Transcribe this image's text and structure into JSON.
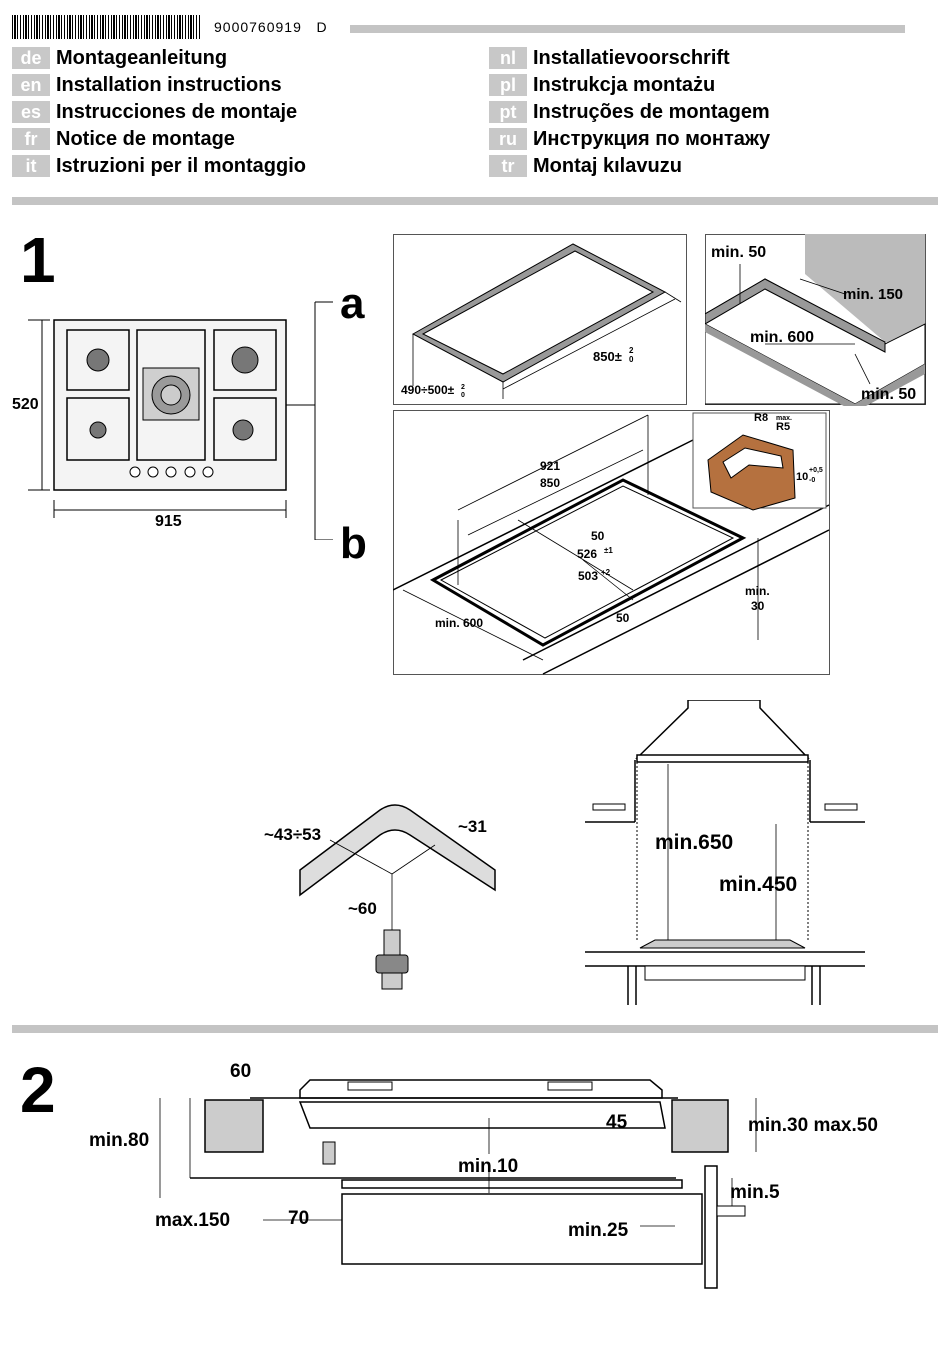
{
  "header": {
    "doc_number": "9000760919",
    "doc_rev": "D",
    "languages_left": [
      {
        "code": "de",
        "title": "Montageanleitung"
      },
      {
        "code": "en",
        "title": "Installation instructions"
      },
      {
        "code": "es",
        "title": "Instrucciones de montaje"
      },
      {
        "code": "fr",
        "title": "Notice de montage"
      },
      {
        "code": "it",
        "title": "Istruzioni per il montaggio"
      }
    ],
    "languages_right": [
      {
        "code": "nl",
        "title": "Installatievoorschrift"
      },
      {
        "code": "pl",
        "title": "Instrukcja montażu"
      },
      {
        "code": "pt",
        "title": "Instruções de montagem"
      },
      {
        "code": "ru",
        "title": "Инструкция по монтажу"
      },
      {
        "code": "tr",
        "title": "Montaj kılavuzu"
      }
    ]
  },
  "step1": {
    "number": "1",
    "label_a": "a",
    "label_b": "b",
    "hob": {
      "height": "520",
      "width": "915"
    },
    "a_left": {
      "depth": "490÷500±",
      "width": "850±",
      "tol_up": "2",
      "tol_down": "0"
    },
    "a_right": {
      "back": "min. 50",
      "side": "min. 150",
      "front_wall": "min. 600",
      "front": "min. 50"
    },
    "b": {
      "w_outer": "921",
      "w_inner": "850",
      "d1": "526",
      "d1_tol": "±1",
      "d2": "503",
      "d2_tol": "+2",
      "front": "50",
      "side": "50",
      "min_600": "min. 600",
      "min_30_a": "min.",
      "min_30_b": "30",
      "r8": "R8",
      "r5_max": "max.",
      "r5": "R5",
      "thick": "10",
      "thick_tol_up": "+0,5",
      "thick_tol_down": "-0"
    },
    "elbow": {
      "a": "~43÷53",
      "b": "~31",
      "c": "~60"
    },
    "hood": {
      "min650": "min.650",
      "min450": "min.450"
    }
  },
  "step2": {
    "number": "2",
    "d60": "60",
    "d45": "45",
    "min80": "min.80",
    "min30max50": "min.30 max.50",
    "min10": "min.10",
    "min5": "min.5",
    "max150": "max.150",
    "d70": "70",
    "min25": "min.25"
  }
}
